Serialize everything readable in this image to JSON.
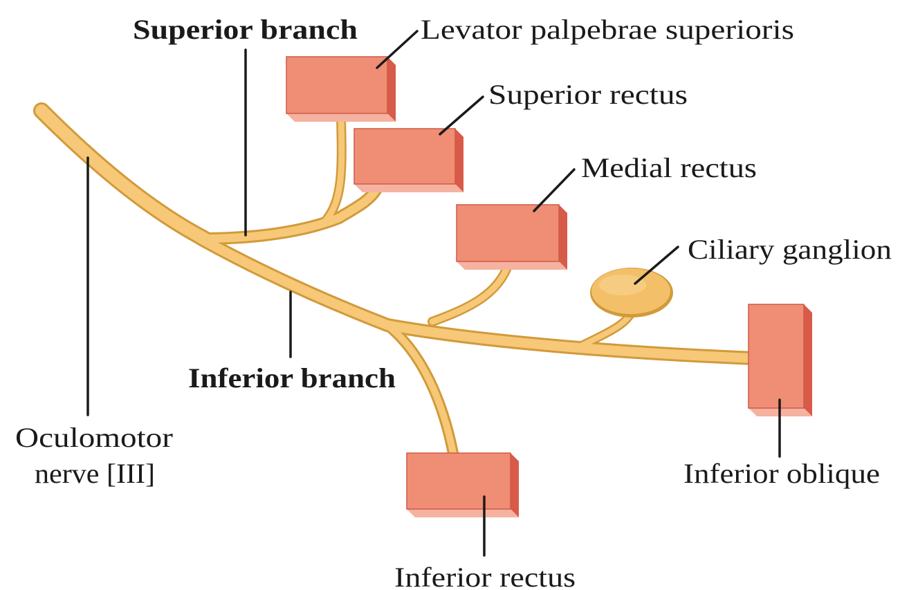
{
  "diagram": {
    "colors": {
      "nerve": "#f6c878",
      "nerve_outline": "#d19a3a",
      "muscle": "#ef8e74",
      "muscle_side": "#d85a48",
      "ganglion": "#f3c069",
      "text": "#1a1a1a"
    },
    "labels": {
      "superior_branch": "Superior branch",
      "levator": "Levator palpebrae superioris",
      "superior_rectus": "Superior rectus",
      "medial_rectus": "Medial rectus",
      "ciliary_ganglion": "Ciliary ganglion",
      "inferior_branch": "Inferior branch",
      "oculomotor_line1": "Oculomotor",
      "oculomotor_line2": "nerve [III]",
      "inferior_oblique": "Inferior oblique",
      "inferior_rectus": "Inferior rectus"
    }
  }
}
